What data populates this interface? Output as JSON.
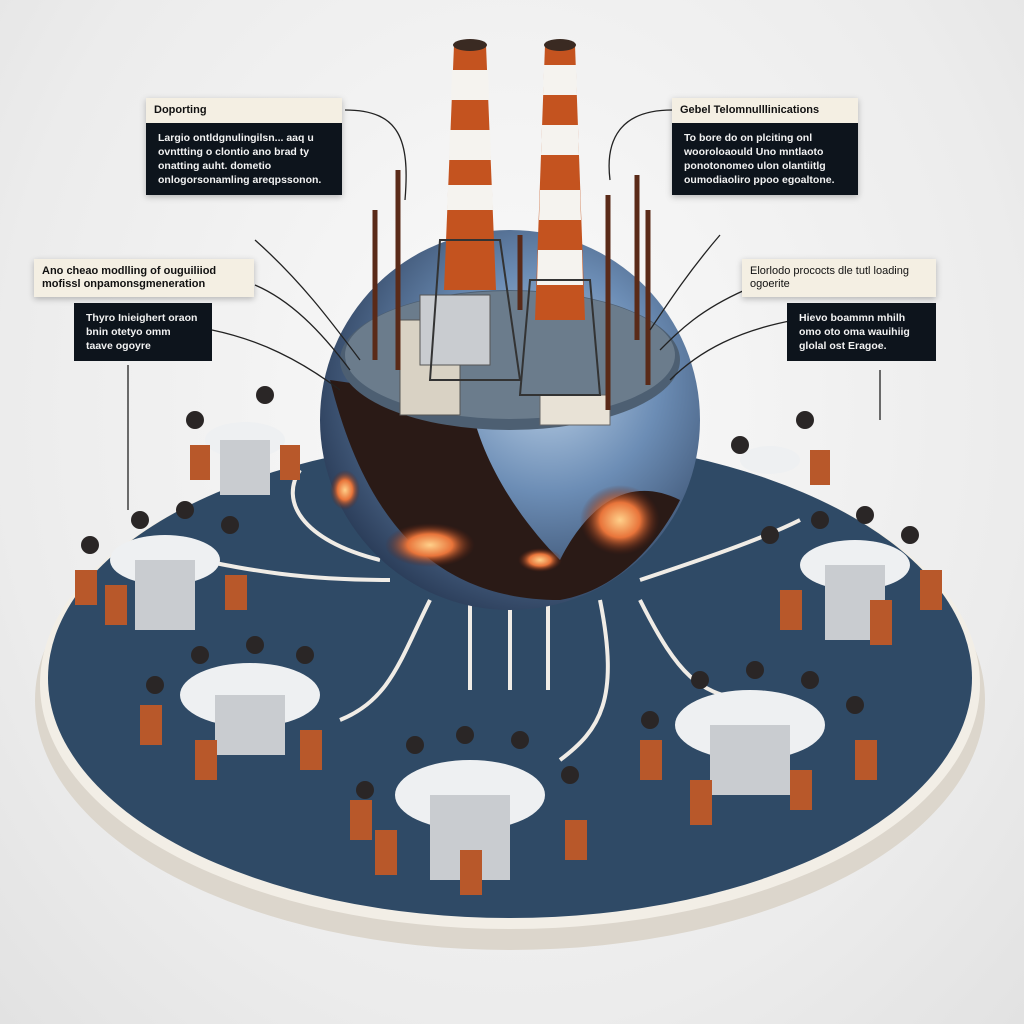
{
  "callouts": [
    {
      "title": "Doporting",
      "text": "Largio ontldgnulingilsn... aaq u ovnttting o clontio ano brad ty onatting auht. dometio onlogorsonamling areqpssonon."
    },
    {
      "title": "Gebel Telomnulllinications",
      "text": "To bore do on plciting onl wooroloaould Uno mntlaoto ponotonomeo ulon olantiitlg oumodiaoliro ppoo egoaltone."
    },
    {
      "title": "Ano cheao modlling of ouguiliiod mofissl onpamonsgmeneration",
      "text": "Thyro Inieighert oraon bnin otetyo omm taave ogoyre"
    },
    {
      "title": "Elorlodo prococts dle tutl loading ogoerite",
      "text": "Hievo boammn mhilh omo oto oma wauihiig glolal ost Eragoe."
    }
  ],
  "colors": {
    "platform": "#2f4a66",
    "chimney_red": "#c4531f",
    "panel_dark": "#0d141c",
    "panel_light": "#f4efe3"
  }
}
